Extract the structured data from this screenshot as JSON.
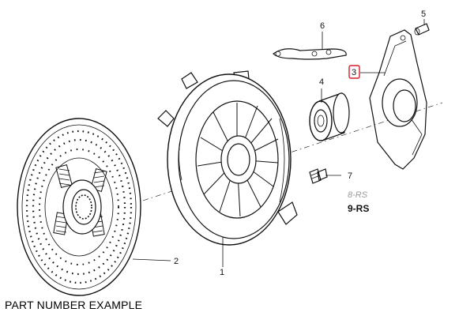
{
  "callouts": {
    "part_1": "1",
    "part_2": "2",
    "part_3": "3",
    "part_4": "4",
    "part_5": "5",
    "part_6": "6",
    "part_7": "7",
    "note_8rs": "8-RS",
    "note_9rs": "9-RS"
  },
  "highlight_color": "#d81b2a",
  "caption": "PART NUMBER EXAMPLE"
}
